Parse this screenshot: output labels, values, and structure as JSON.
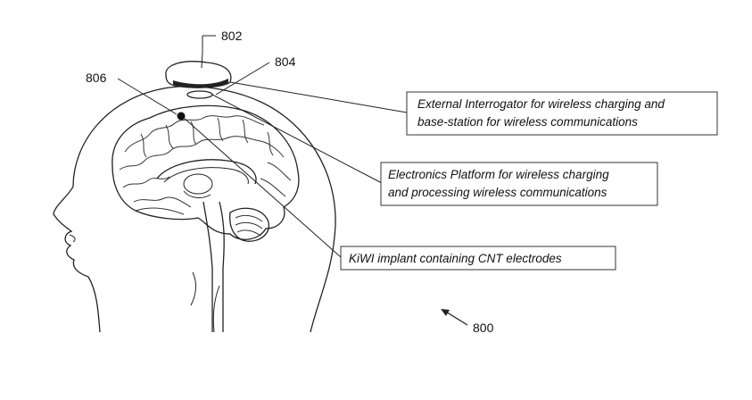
{
  "references": {
    "figure": "800",
    "interrogator": "802",
    "platform": "804",
    "implant": "806"
  },
  "callouts": {
    "interrogator": {
      "line1": "External Interrogator for wireless charging and",
      "line2": "base-station for wireless communications"
    },
    "platform": {
      "line1": "Electronics Platform for wireless charging",
      "line2": "and processing wireless communications"
    },
    "implant": {
      "line1": "KiWI implant containing CNT electrodes"
    }
  }
}
